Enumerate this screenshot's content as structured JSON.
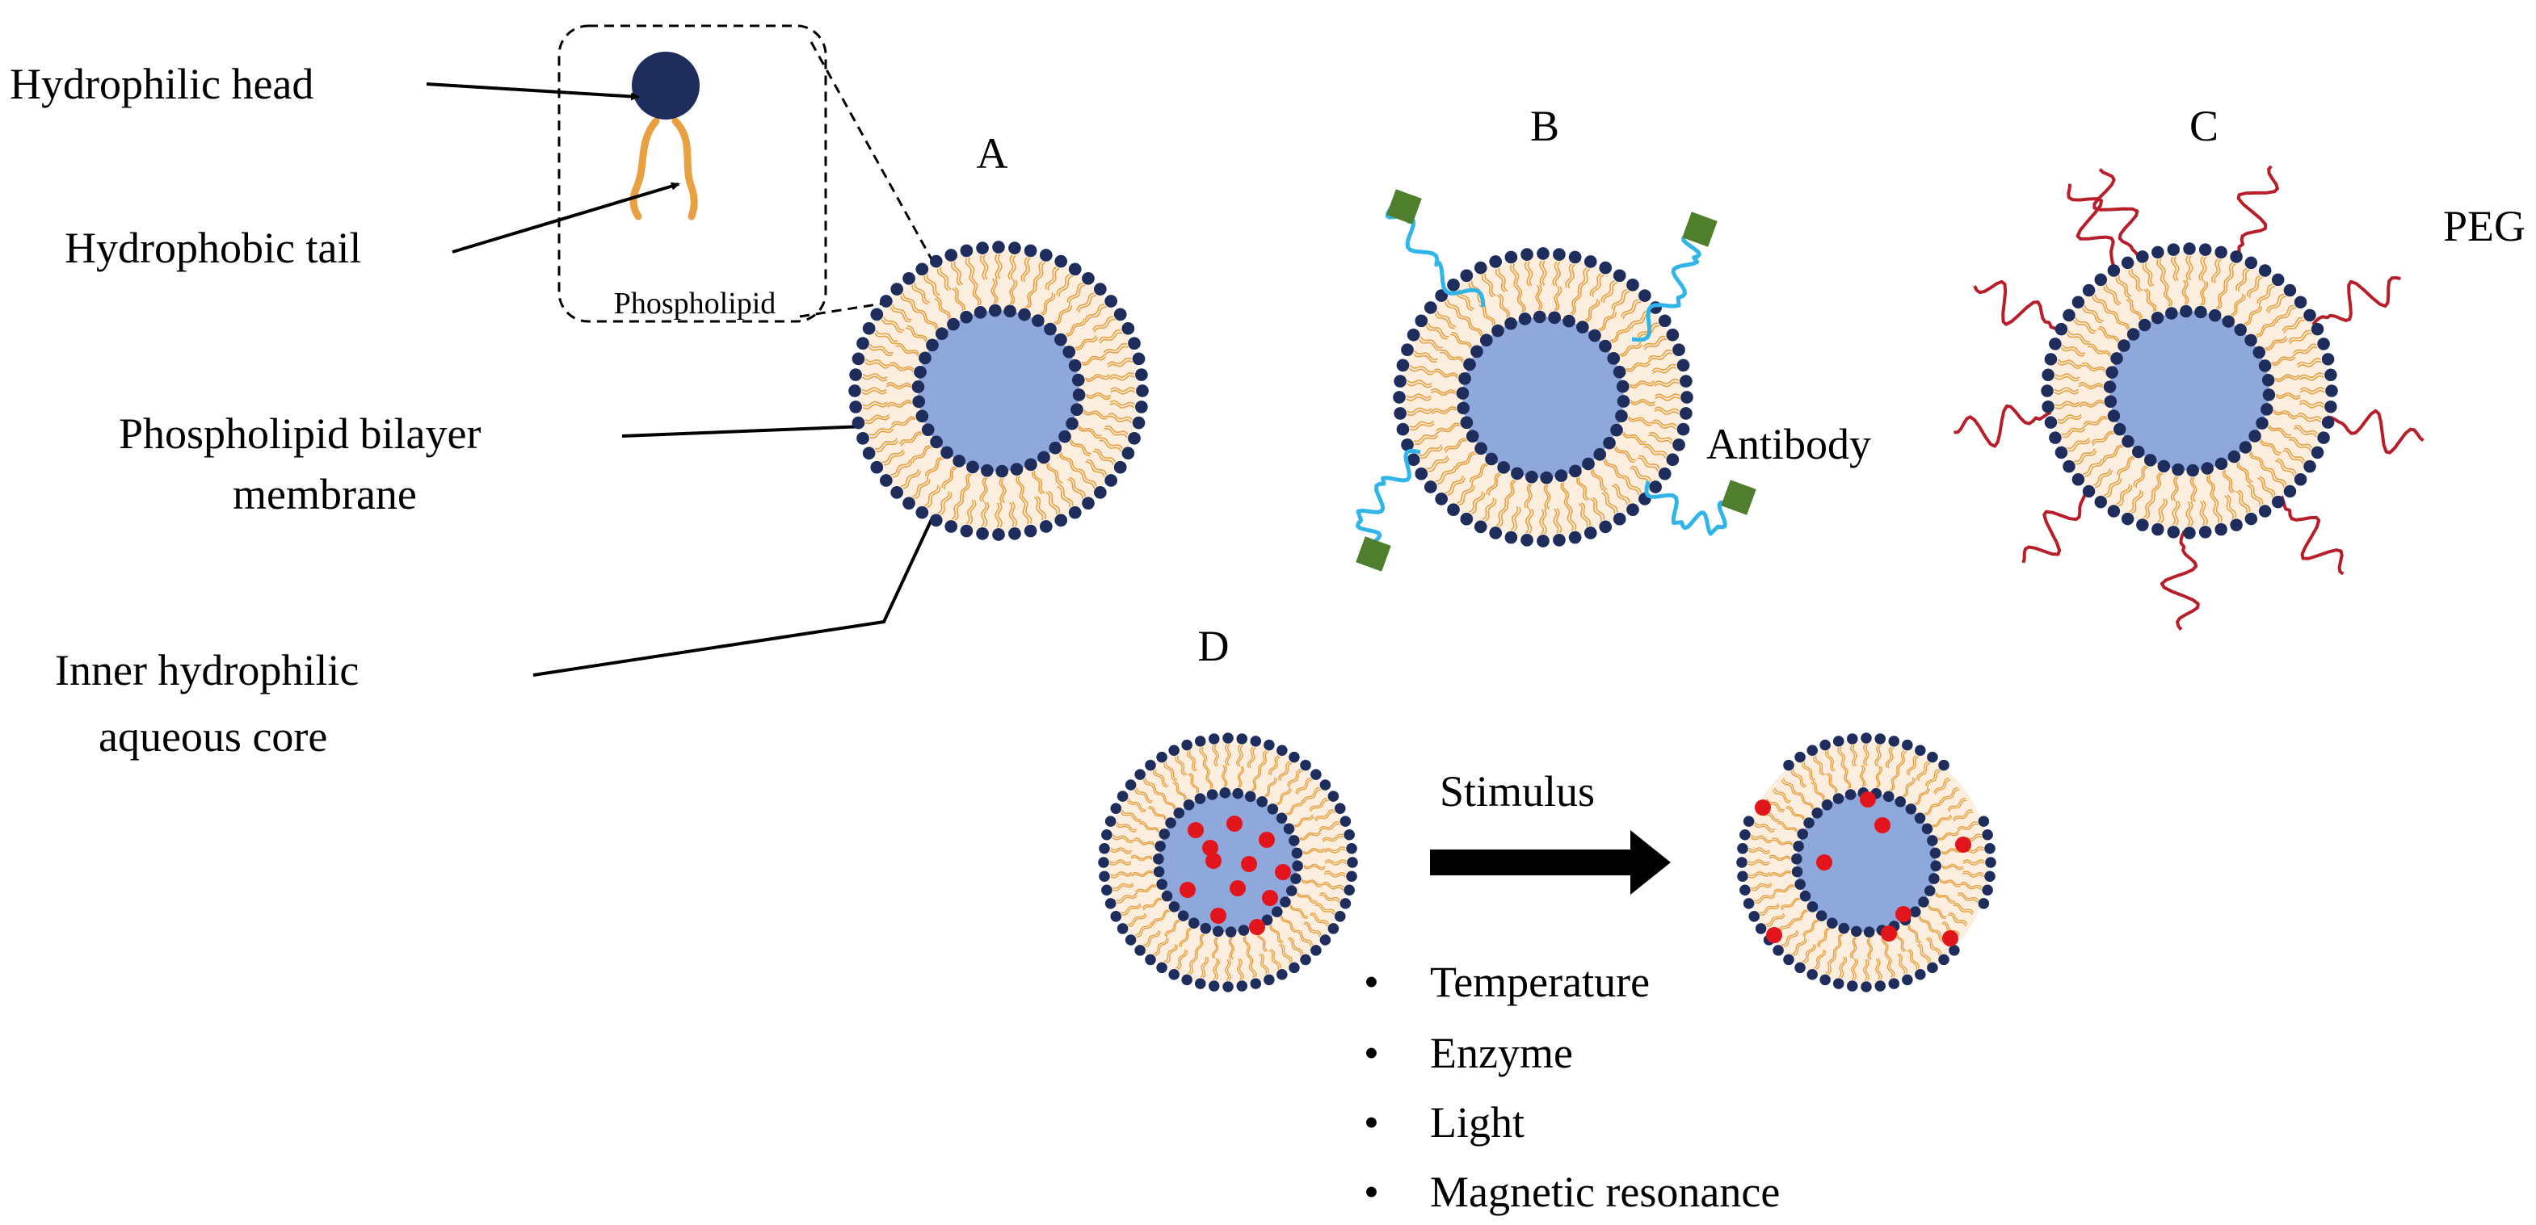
{
  "colors": {
    "head": "#1f2d5c",
    "tail": "#e8a040",
    "core": "#8ea8dc",
    "bilayer_fill": "#fbeede",
    "antibody_chain": "#31b4e8",
    "antibody_tip": "#4f7f2c",
    "peg": "#b81e2a",
    "drug": "#e3151c",
    "line": "#000000"
  },
  "labels": {
    "hydrophilic_head": "Hydrophilic head",
    "hydrophobic_tail": "Hydrophobic tail",
    "phospholipid": "Phospholipid",
    "bilayer_line1": "Phospholipid bilayer",
    "bilayer_line2": "membrane",
    "core_line1": "Inner hydrophilic",
    "core_line2": "aqueous core",
    "antibody": "Antibody",
    "peg": "PEG",
    "stimulus": "Stimulus"
  },
  "panels": {
    "a": "A",
    "b": "B",
    "c": "C",
    "d": "D"
  },
  "stimuli": [
    "Temperature",
    "Enzyme",
    "Light",
    "Magnetic resonance"
  ],
  "stimulus_bullet": "•"
}
